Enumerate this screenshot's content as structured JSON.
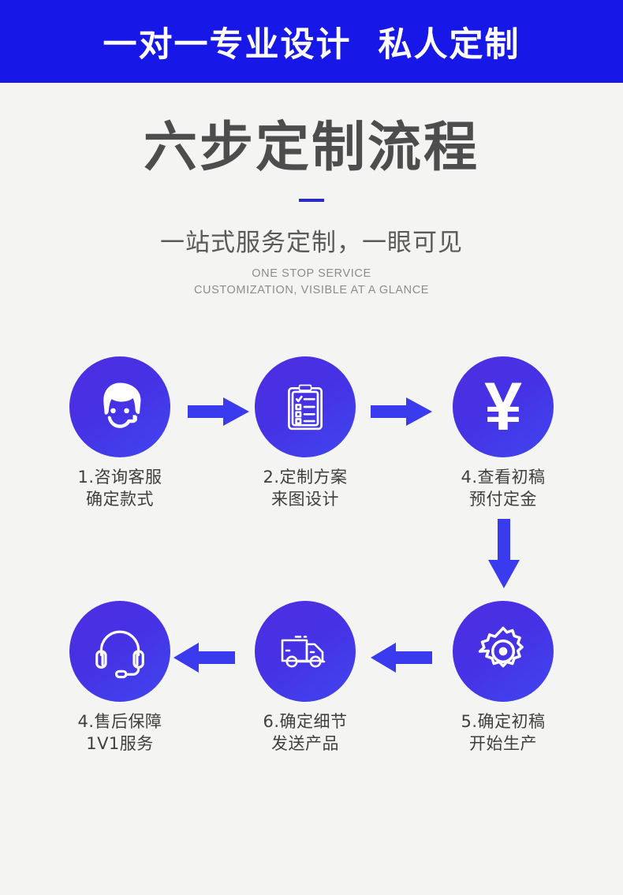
{
  "banner": {
    "text": "一对一专业设计  私人定制"
  },
  "title": {
    "main": "六步定制流程",
    "subtitle_cn": "一站式服务定制，一眼可见",
    "subtitle_en_line1": "ONE STOP SERVICE",
    "subtitle_en_line2": "CUSTOMIZATION, VISIBLE AT A GLANCE"
  },
  "colors": {
    "banner_blue": "#1717e8",
    "arrow_blue": "#3a3aee",
    "circle_violet": "#4d2fe0",
    "circle_blue": "#3f46ef",
    "background": "#f4f4f2",
    "title_gray": "#4d4d4d"
  },
  "steps": [
    {
      "icon": "customer-service-agent-icon",
      "label": "1.咨询客服\n确定款式"
    },
    {
      "icon": "clipboard-checklist-icon",
      "label": "2.定制方案\n来图设计"
    },
    {
      "icon": "yen-currency-icon",
      "label": "4.查看初稿\n预付定金",
      "glyph": "¥"
    },
    {
      "icon": "gear-icon",
      "label": "5.确定初稿\n开始生产"
    },
    {
      "icon": "delivery-truck-icon",
      "label": "6.确定细节\n发送产品"
    },
    {
      "icon": "headset-support-icon",
      "label": "4.售后保障\n1V1服务"
    }
  ],
  "arrows": [
    {
      "name": "arrow-step1-to-step2",
      "direction": "right"
    },
    {
      "name": "arrow-step2-to-step3",
      "direction": "right"
    },
    {
      "name": "arrow-step3-to-step4",
      "direction": "down"
    },
    {
      "name": "arrow-step4-to-step5",
      "direction": "left"
    },
    {
      "name": "arrow-step5-to-step6",
      "direction": "left"
    }
  ]
}
